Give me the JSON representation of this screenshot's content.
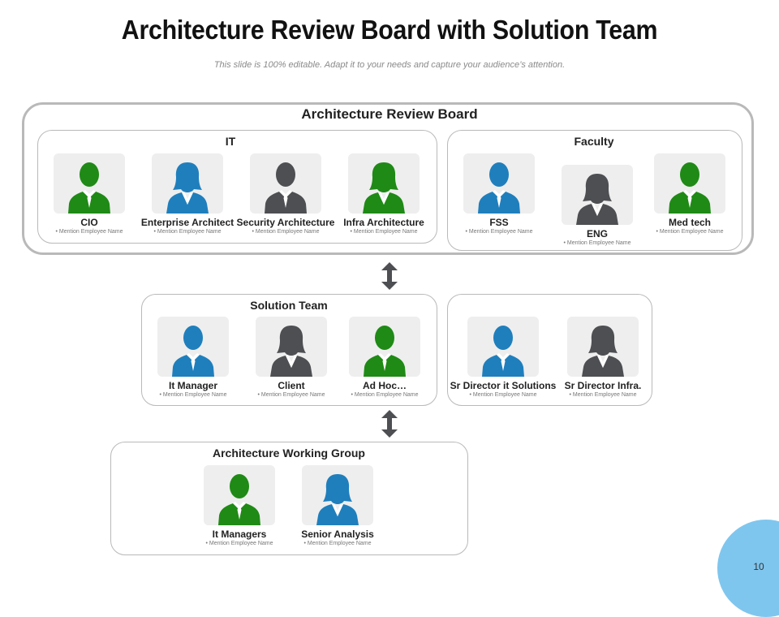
{
  "title": "Architecture Review Board with Solution Team",
  "subtitle": "This slide is 100% editable. Adapt it to your needs and capture your audience’s attention.",
  "colors": {
    "green": "#1f8a16",
    "blue": "#1f7fbd",
    "gray": "#4d4f52"
  },
  "board": {
    "label": "Architecture Review Board",
    "it": {
      "label": "IT",
      "members": [
        {
          "name": "CIO",
          "desc": "Mention Employee Name",
          "gender": "male",
          "color": "green"
        },
        {
          "name": "Enterprise Architect",
          "desc": "Mention Employee Name",
          "gender": "female",
          "color": "blue"
        },
        {
          "name": "Security Architecture",
          "desc": "Mention Employee Name",
          "gender": "male",
          "color": "gray"
        },
        {
          "name": "Infra Architecture",
          "desc": "Mention Employee Name",
          "gender": "female",
          "color": "green"
        }
      ]
    },
    "faculty": {
      "label": "Faculty",
      "members": [
        {
          "name": "FSS",
          "desc": "Mention Employee Name",
          "gender": "male",
          "color": "blue"
        },
        {
          "name": "ENG",
          "desc": "Mention Employee Name",
          "gender": "female",
          "color": "gray"
        },
        {
          "name": "Med tech",
          "desc": "Mention Employee Name",
          "gender": "male",
          "color": "green"
        }
      ]
    }
  },
  "solution_team": {
    "label": "Solution Team",
    "members": [
      {
        "name": "It Manager",
        "desc": "Mention Employee Name",
        "gender": "male",
        "color": "blue"
      },
      {
        "name": "Client",
        "desc": "Mention Employee Name",
        "gender": "female",
        "color": "gray"
      },
      {
        "name": "Ad Hoc…",
        "desc": "Mention Employee Name",
        "gender": "male",
        "color": "green"
      }
    ]
  },
  "directors": {
    "members": [
      {
        "name": "Sr Director it Solutions",
        "desc": "Mention Employee Name",
        "gender": "male",
        "color": "blue"
      },
      {
        "name": "Sr Director Infra.",
        "desc": "Mention Employee Name",
        "gender": "female",
        "color": "gray"
      }
    ]
  },
  "working_group": {
    "label": "Architecture Working Group",
    "members": [
      {
        "name": "It Managers",
        "desc": "Mention Employee Name",
        "gender": "male",
        "color": "green"
      },
      {
        "name": "Senior Analysis",
        "desc": "Mention Employee Name",
        "gender": "female",
        "color": "blue"
      }
    ]
  },
  "page_number": "10"
}
